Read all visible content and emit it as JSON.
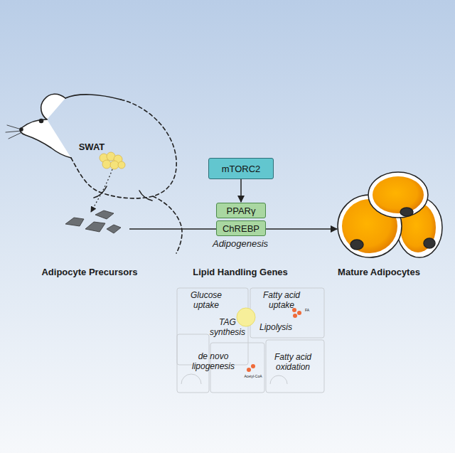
{
  "diagram": {
    "nodes": [
      {
        "text": [
          "mTORC2"
        ]
      },
      {
        "text": [
          "PPARγ"
        ]
      },
      {
        "text": [
          "ChREBP"
        ]
      }
    ],
    "edges": [
      {
        "from": 0,
        "to": 1,
        "arrow": "to"
      }
    ],
    "labels": [
      "SWAT",
      "Adipogenesis",
      "Adipocyte Precursors",
      "Lipid Handling Genes",
      "Mature Adipocytes",
      "Glucose uptake",
      "TAG synthesis",
      "Fatty acid uptake",
      "Lipolysis",
      "de novo lipogenesis",
      "Fatty acid oxidation",
      "FA",
      "Acetyl-CoA"
    ]
  }
}
